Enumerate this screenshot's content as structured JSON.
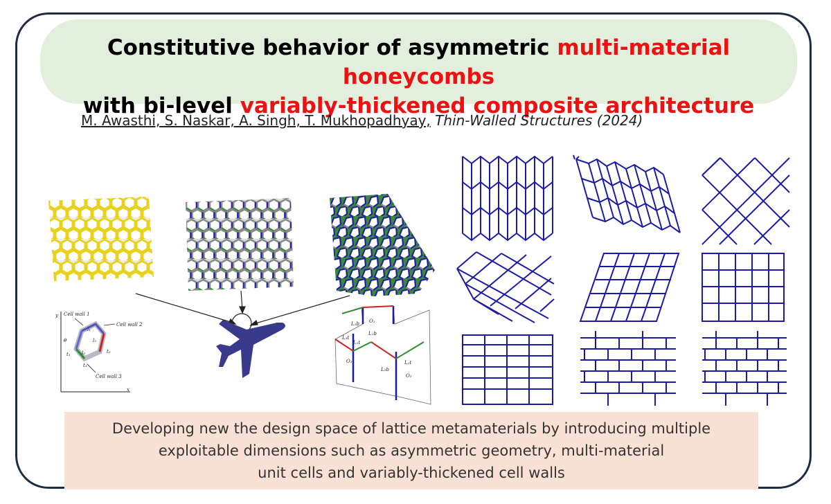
{
  "title": {
    "line1_black": "Constitutive behavior of asymmetric ",
    "line1_red": "multi-material honeycombs",
    "line2_black": "with bi-level ",
    "line2_red": "variably-thickened composite architecture"
  },
  "citation": {
    "authors": "M. Awasthi, S. Naskar, A. Singh, T. Mukhopadhyay,",
    "journal": "Thin-Walled Structures (2024)"
  },
  "diagram_labels": {
    "cell_wall_1": "Cell wall 1",
    "cell_wall_2": "Cell wall 2",
    "cell_wall_3": "Cell wall 3",
    "axis_y": "y",
    "axis_x": "x",
    "theta": "θ",
    "l1": "l₁",
    "l2": "l₂",
    "l3": "l₃",
    "t1": "t₁",
    "t2": "t₂",
    "t3": "t₃",
    "o1": "O₁",
    "o2": "O₂",
    "o3": "O₃",
    "l_1b": "L₁b",
    "l_2b": "L₂b",
    "l_3b": "L₃b",
    "l_1t": "L₁t",
    "l_2t": "L₂t",
    "l_3t": "L₃t"
  },
  "colors": {
    "accent_red": "#ee1111",
    "title_bg": "#e2efdc",
    "summary_bg": "#f9e2d5",
    "lattice_blue": "#1a1aa6",
    "plane": "#3a3a8c"
  },
  "icons": [
    "airplane-icon"
  ],
  "summary": {
    "line1": "Developing new the design space of lattice metamaterials by introducing multiple",
    "line2": "exploitable dimensions such as asymmetric geometry, multi-material",
    "line3": "unit cells and variably-thickened cell walls"
  }
}
